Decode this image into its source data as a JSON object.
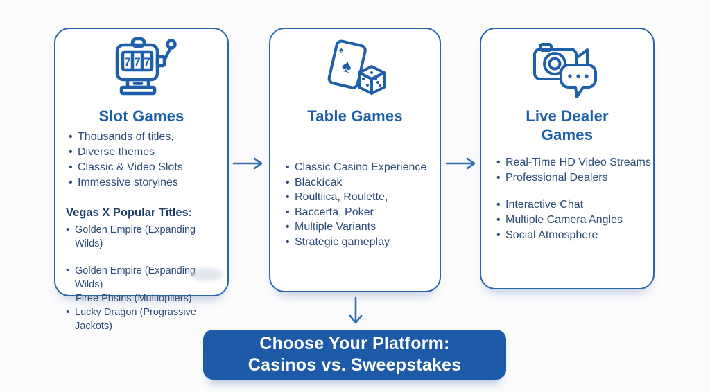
{
  "colors": {
    "card_border": "#2a66ab",
    "heading_blue": "#1c5fa8",
    "body_text": "#2c4b75",
    "dark_heading": "#1e3f6c",
    "banner_bg": "#1d5ba9",
    "banner_text": "#ffffff",
    "arrow": "#2f6cb3",
    "icon_stroke": "#1d5fa8"
  },
  "cards": [
    {
      "icon": "slot-machine-icon",
      "title": "Slot Games",
      "bullets": [
        "Thousands of titles,",
        "Diverse themes",
        "Classic & Video Slots",
        "Immessive storyines"
      ],
      "subheading": "Vegas X Popular Titles:",
      "sub_bullets": [
        {
          "line1": "Golden Empire (Expanding Wilds)"
        },
        {
          "line1": "Golden Empire (Expanding Wilds)",
          "line2": "Firee Phsins (Multiopliers)"
        },
        {
          "line1": "Lucky Dragon (Prograssive Jackots)"
        }
      ],
      "reels": [
        "7",
        "7",
        "7"
      ]
    },
    {
      "icon": "playing-card-dice-icon",
      "title": "Table Games",
      "bullets": [
        "Classic Casino Experience",
        "Blackícak",
        "Roultiica, Roulette,",
        "Baccerta, Poker",
        "Multiple Variants",
        "Strategic gameplay"
      ],
      "spade_corner": "♠",
      "spade_center": "♠"
    },
    {
      "icon": "camera-chat-icon",
      "title_line1": "Live Dealer",
      "title_line2": "Games",
      "bullets_group1": [
        "Real-Time HD Video Streams",
        "Professional Dealers"
      ],
      "bullets_group2": [
        "Interactive Chat",
        "Multiple Camera Angles",
        "Social Atmosphere"
      ]
    }
  ],
  "banner": {
    "line1": "Choose Your Platform:",
    "line2": "Casinos vs. Sweepstakes"
  }
}
